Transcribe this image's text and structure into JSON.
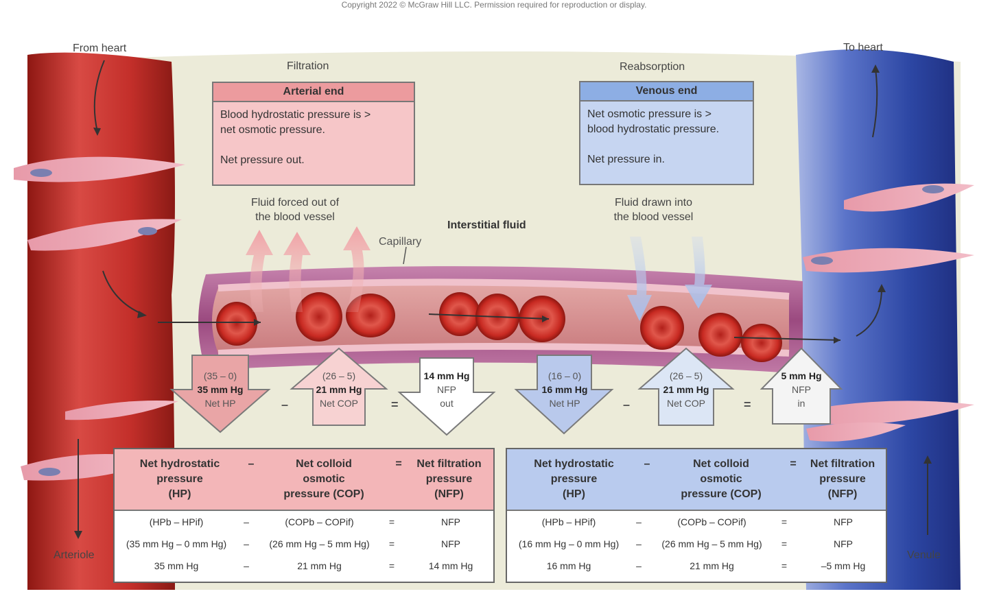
{
  "copyright": "Copyright 2022 © McGraw Hill LLC. Permission required for reproduction or display.",
  "labels": {
    "from_heart": "From heart",
    "to_heart": "To heart",
    "filtration": "Filtration",
    "reabsorption": "Reabsorption",
    "arteriole": "Arteriole",
    "venule": "Venule",
    "capillary": "Capillary",
    "interstitial": "Interstitial fluid",
    "fluid_out": "Fluid forced out of\nthe blood vessel",
    "fluid_in": "Fluid drawn into\nthe blood vessel"
  },
  "arterial_box": {
    "title": "Arterial end",
    "line1": "Blood hydrostatic pressure is >",
    "line2": "net osmotic pressure.",
    "line3": "Net pressure out."
  },
  "venous_box": {
    "title": "Venous end",
    "line1": "Net osmotic pressure is >",
    "line2": "blood hydrostatic pressure.",
    "line3": "Net pressure in."
  },
  "pressure_arrows": {
    "art_hp": {
      "expr": "(35 – 0)",
      "value": "35 mm Hg",
      "name": "Net HP"
    },
    "art_cop": {
      "expr": "(26 – 5)",
      "value": "21 mm Hg",
      "name": "Net COP"
    },
    "art_nfp": {
      "value": "14 mm Hg",
      "name": "NFP",
      "dir": "out"
    },
    "ven_hp": {
      "expr": "(16 – 0)",
      "value": "16 mm Hg",
      "name": "Net HP"
    },
    "ven_cop": {
      "expr": "(26 – 5)",
      "value": "21 mm Hg",
      "name": "Net COP"
    },
    "ven_nfp": {
      "value": "5 mm Hg",
      "name": "NFP",
      "dir": "in"
    }
  },
  "operators": {
    "minus": "–",
    "equals": "="
  },
  "calc_headers": {
    "hp": "Net hydrostatic\npressure\n(HP)",
    "cop": "Net colloid\nosmotic\npressure (COP)",
    "nfp": "Net filtration\npressure\n(NFP)"
  },
  "arterial_calc": [
    [
      "(HPb – HPif)",
      "–",
      "(COPb – COPif)",
      "=",
      "NFP"
    ],
    [
      "(35 mm Hg – 0 mm Hg)",
      "–",
      "(26 mm Hg – 5 mm Hg)",
      "=",
      "NFP"
    ],
    [
      "35 mm Hg",
      "–",
      "21 mm Hg",
      "=",
      "14 mm Hg"
    ]
  ],
  "venous_calc": [
    [
      "(HPb – HPif)",
      "–",
      "(COPb – COPif)",
      "=",
      "NFP"
    ],
    [
      "(16 mm Hg – 0 mm Hg)",
      "–",
      "(26 mm Hg – 5 mm Hg)",
      "=",
      "NFP"
    ],
    [
      "16 mm Hg",
      "–",
      "21 mm Hg",
      "=",
      "–5 mm Hg"
    ]
  ],
  "colors": {
    "arterial": "#c8322f",
    "venous": "#3e5bb0",
    "interstitial": "#ecebd9",
    "capillary": "#a8568a",
    "rbc": "#c02a22"
  }
}
